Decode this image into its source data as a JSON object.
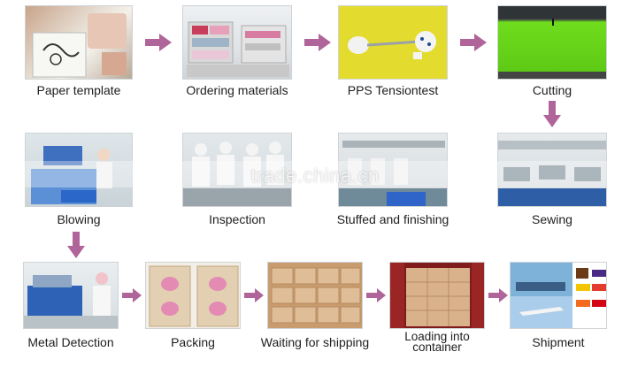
{
  "steps": [
    {
      "label": "Paper template"
    },
    {
      "label": "Ordering materials"
    },
    {
      "label": "PPS Tensiontest"
    },
    {
      "label": "Cutting"
    },
    {
      "label": "Sewing"
    },
    {
      "label": "Stuffed and finishing"
    },
    {
      "label": "Inspection"
    },
    {
      "label": "Blowing"
    },
    {
      "label": "Metal Detection"
    },
    {
      "label": "Packing"
    },
    {
      "label": "Waiting for shipping"
    },
    {
      "label": "Loading into container"
    },
    {
      "label": "Shipment"
    }
  ],
  "watermark": "trade.china.cn",
  "colors": {
    "arrow": "#b0659a",
    "accent_green": "#74d31a",
    "accent_yellow": "#e7e23a"
  }
}
